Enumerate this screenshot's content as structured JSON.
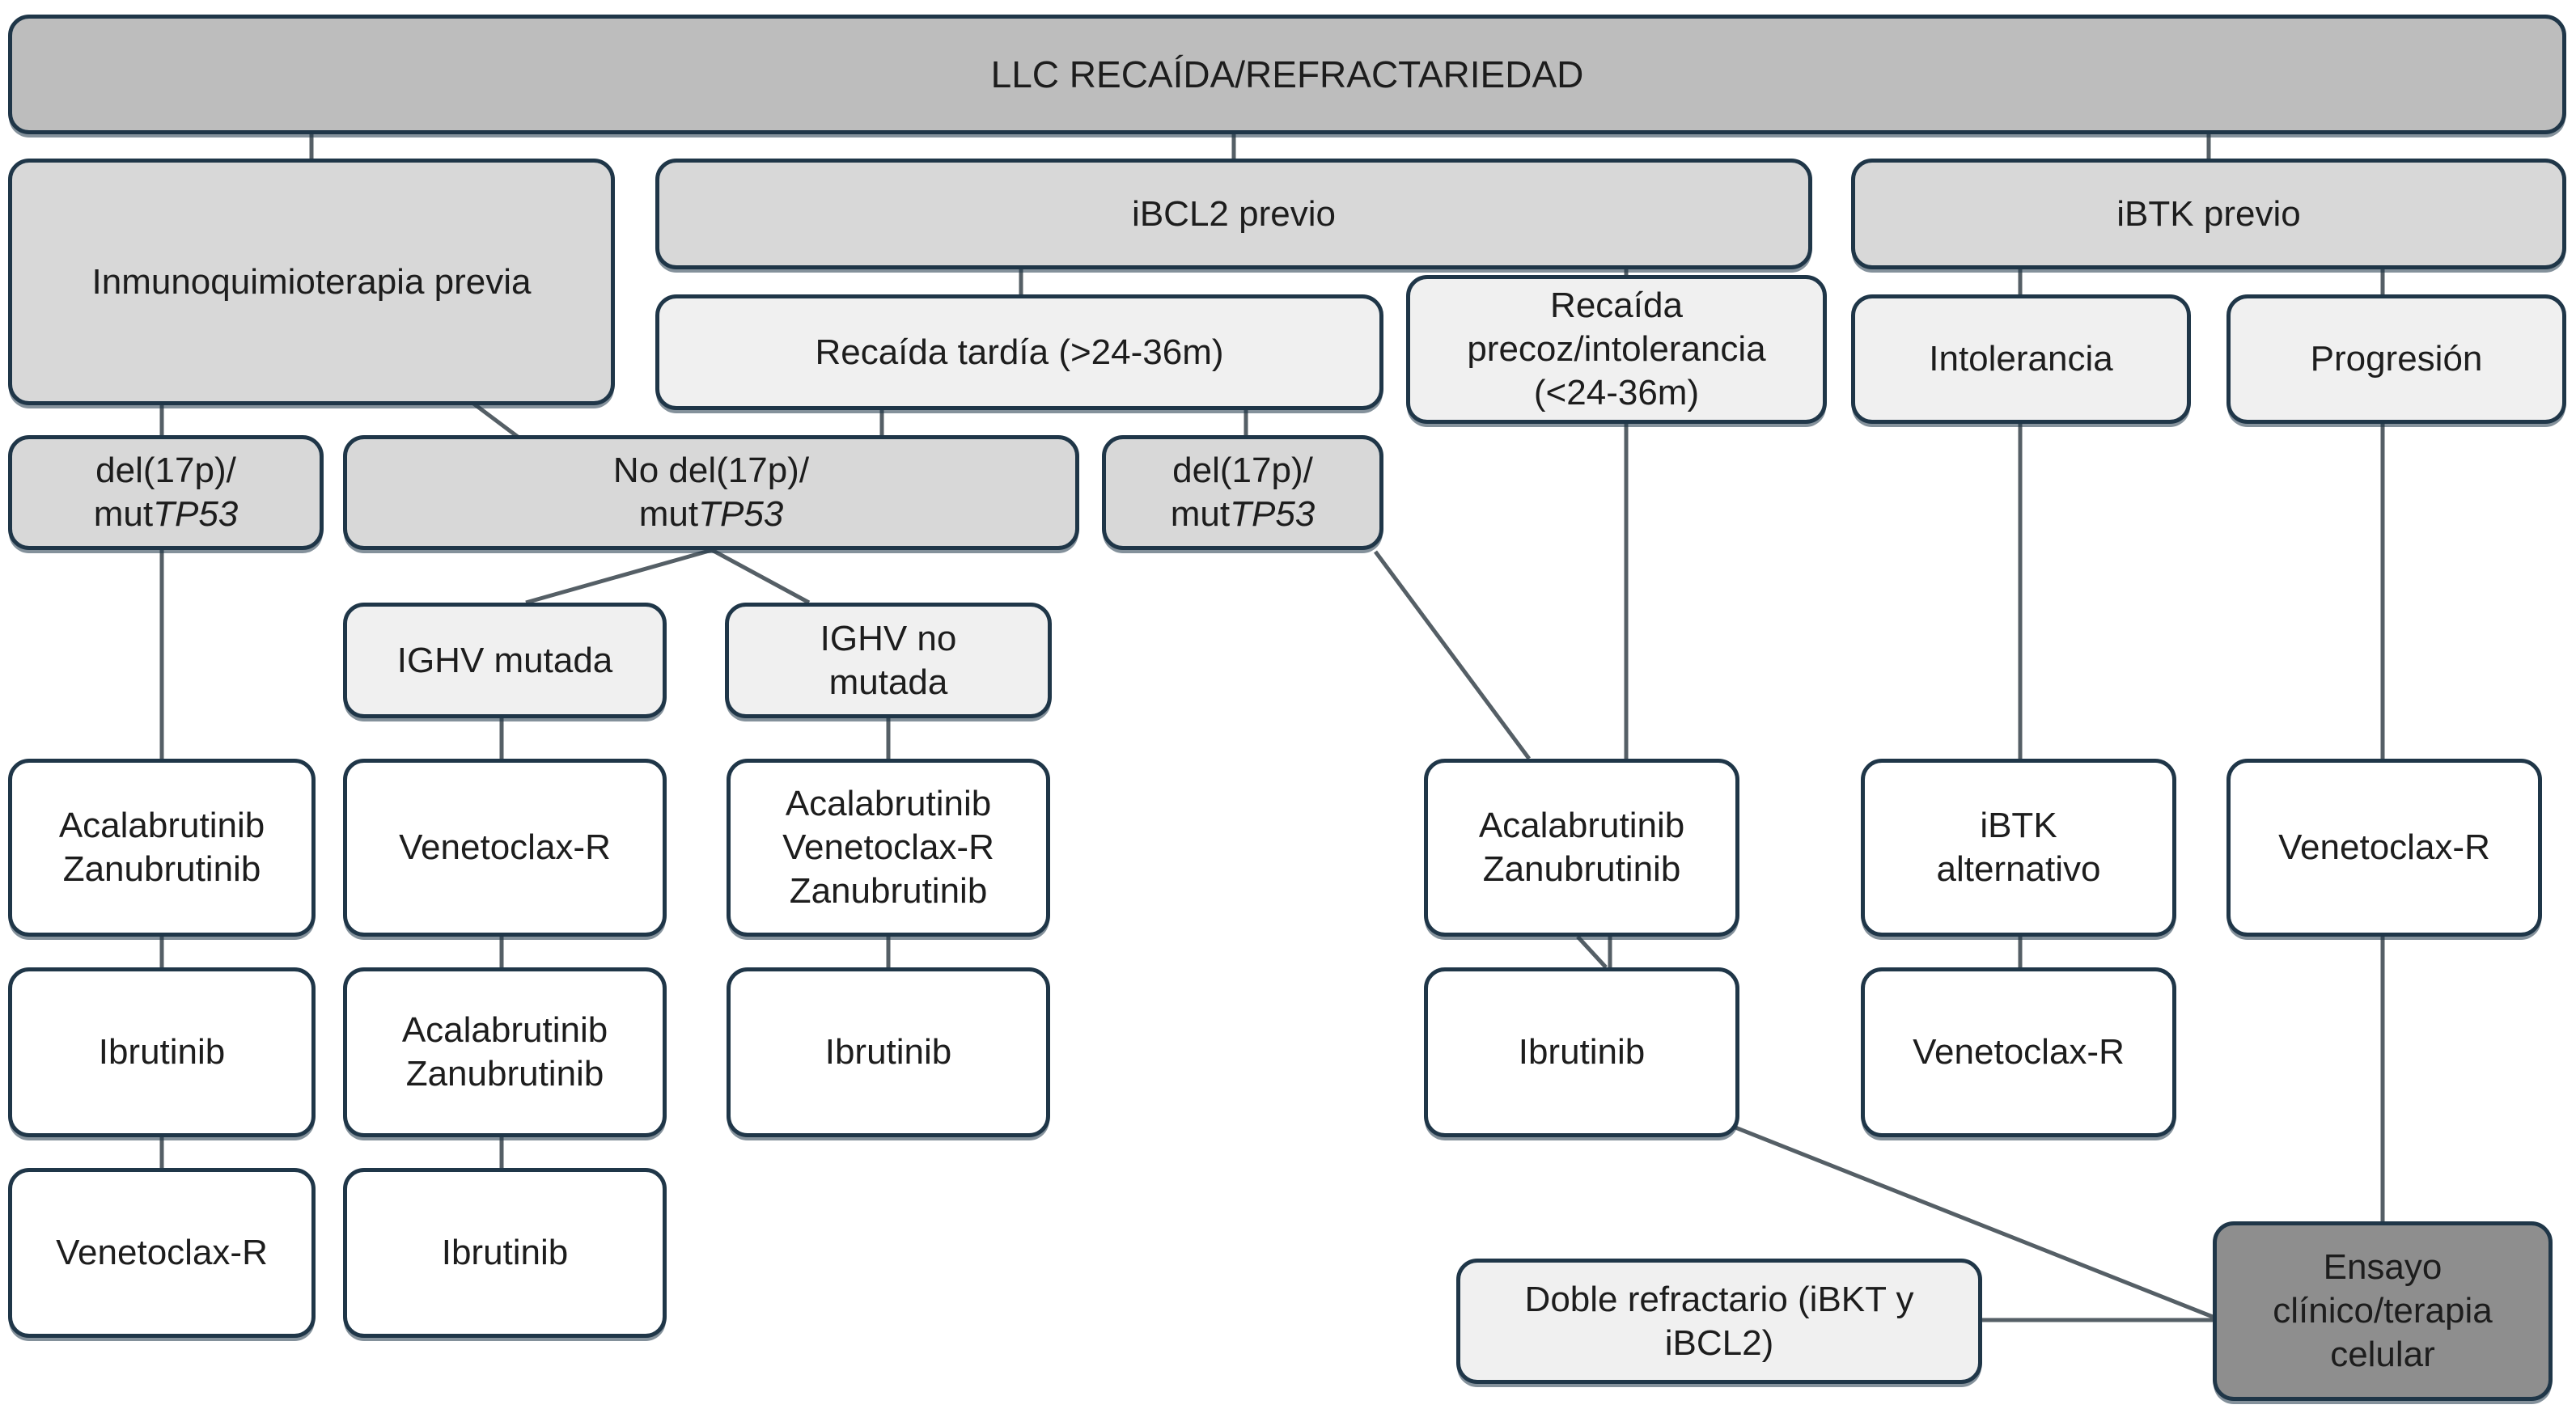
{
  "diagram": {
    "title": "LLC RECAÍDA/REFRACTARIEDAD",
    "language": "es",
    "colors": {
      "root_fill": "#bdbdbd",
      "branch_fill": "#d8d8d8",
      "sub_fill": "#f0f0f0",
      "leaf_fill": "#ffffff",
      "highlight_fill": "#8e8e8e",
      "border": "#1f3648",
      "connector": "#555f66"
    }
  },
  "nodes": {
    "root": {
      "label": "LLC RECAÍDA/REFRACTARIEDAD"
    },
    "branch_immunochemo": {
      "label": "Inmunoquimioterapia previa"
    },
    "branch_ibcl2": {
      "label": "iBCL2 previo"
    },
    "branch_ibtk": {
      "label": "iBTK previo"
    },
    "late_relapse": {
      "label": "Recaída tardía (>24-36m)"
    },
    "early_relapse": {
      "label_line1": "Recaída",
      "label_line2": "precoz/intolerancia",
      "label_line3": "(<24-36m)"
    },
    "intolerance": {
      "label": "Intolerancia"
    },
    "progression": {
      "label": "Progresión"
    },
    "tp53_left": {
      "line1": "del(17p)/",
      "line2_prefix": "mut",
      "line2_gene": "TP53"
    },
    "no_tp53": {
      "line1": "No del(17p)/",
      "line2_prefix": "mut",
      "line2_gene": "TP53"
    },
    "tp53_right": {
      "line1": "del(17p)/",
      "line2_prefix": "mut",
      "line2_gene": "TP53"
    },
    "ighv_mutated": {
      "label": "IGHV mutada"
    },
    "ighv_unmutated": {
      "line1": "IGHV no",
      "line2": "mutada"
    },
    "col1_t1": {
      "line1": "Acalabrutinib",
      "line2": "Zanubrutinib"
    },
    "col1_t2": {
      "label": "Ibrutinib"
    },
    "col1_t3": {
      "label": "Venetoclax-R"
    },
    "col2_t1": {
      "label": "Venetoclax-R"
    },
    "col2_t2": {
      "line1": "Acalabrutinib",
      "line2": "Zanubrutinib"
    },
    "col2_t3": {
      "label": "Ibrutinib"
    },
    "col3_t1": {
      "line1": "Acalabrutinib",
      "line2": "Venetoclax-R",
      "line3": "Zanubrutinib"
    },
    "col3_t2": {
      "label": "Ibrutinib"
    },
    "col4_t1": {
      "line1": "Acalabrutinib",
      "line2": "Zanubrutinib"
    },
    "col4_t2": {
      "label": "Ibrutinib"
    },
    "col5_t1": {
      "line1": "iBTK",
      "line2": "alternativo"
    },
    "col5_t2": {
      "label": "Venetoclax-R"
    },
    "col6_t1": {
      "label": "Venetoclax-R"
    },
    "double_refractory": {
      "line1": "Doble refractario (iBKT y",
      "line2": "iBCL2)"
    },
    "clinical_trial": {
      "line1": "Ensayo",
      "line2": "clínico/terapia",
      "line3": "celular"
    }
  }
}
